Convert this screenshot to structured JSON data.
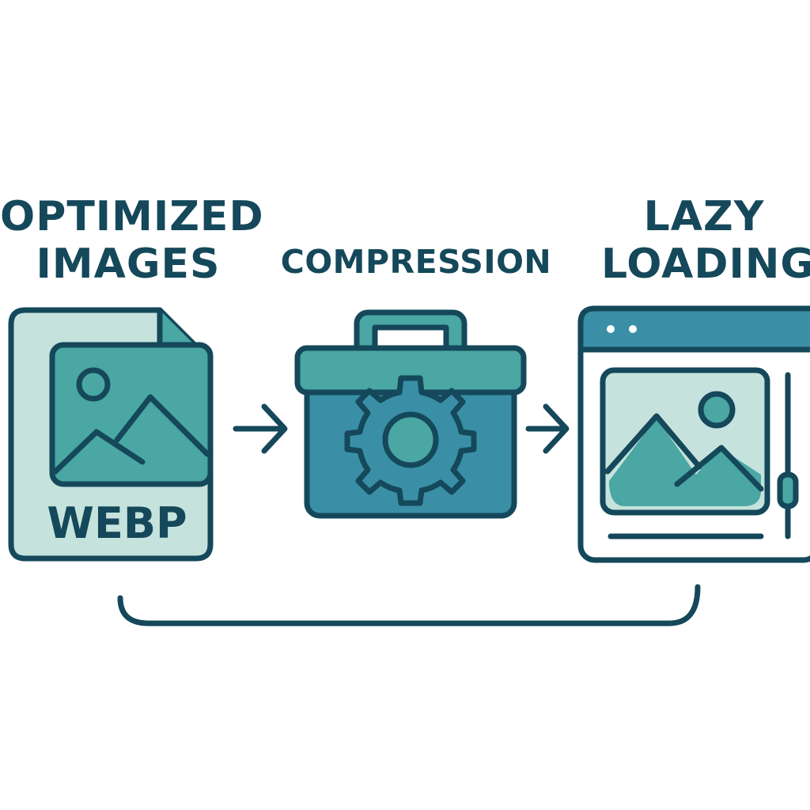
{
  "steps": [
    {
      "label_line1": "OPTIMIZED",
      "label_line2": "IMAGES",
      "icon": "webp-file-icon",
      "badge": "WEBP"
    },
    {
      "label": "COMPRESSION",
      "icon": "toolbox-gear-icon"
    },
    {
      "label_line1": "LAZY",
      "label_line2": "LOADING",
      "icon": "browser-image-icon"
    }
  ],
  "colors": {
    "outline": "#14485a",
    "teal": "#4aa7a3",
    "teal_dark": "#3a8fa6",
    "pale": "#b9dcd6",
    "light": "#c6e2dc"
  }
}
